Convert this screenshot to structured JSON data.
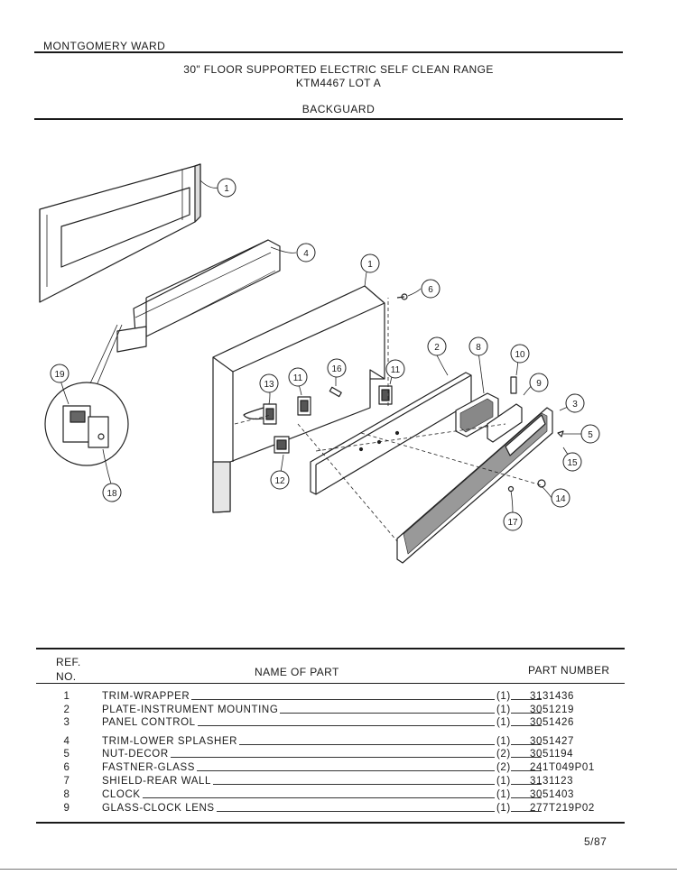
{
  "header": {
    "brand": "MONTGOMERY WARD",
    "title_line1": "30\" FLOOR SUPPORTED ELECTRIC SELF CLEAN RANGE",
    "title_line2": "KTM4467 LOT A",
    "section": "BACKGUARD"
  },
  "callouts": [
    "1",
    "4",
    "1",
    "6",
    "2",
    "8",
    "10",
    "9",
    "3",
    "5",
    "15",
    "14",
    "17",
    "16",
    "11",
    "11",
    "13",
    "12",
    "19",
    "18"
  ],
  "table": {
    "col_ref_line1": "REF.",
    "col_ref_line2": "NO.",
    "col_name": "NAME OF PART",
    "col_part": "PART NUMBER",
    "rows": [
      {
        "ref": "1",
        "name": "TRIM-WRAPPER",
        "qty": "(1)",
        "part": "3131436"
      },
      {
        "ref": "2",
        "name": "PLATE-INSTRUMENT MOUNTING",
        "qty": "(1)",
        "part": "3051219"
      },
      {
        "ref": "3",
        "name": "PANEL CONTROL",
        "qty": "(1)",
        "part": "3051426"
      },
      {
        "ref": "4",
        "name": "TRIM-LOWER SPLASHER",
        "qty": "(1)",
        "part": "3051427"
      },
      {
        "ref": "5",
        "name": "NUT-DECOR",
        "qty": "(2)",
        "part": "3051194"
      },
      {
        "ref": "6",
        "name": "FASTNER-GLASS",
        "qty": "(2)",
        "part": "241T049P01"
      },
      {
        "ref": "7",
        "name": "SHIELD-REAR WALL",
        "qty": "(1)",
        "part": "3131123"
      },
      {
        "ref": "8",
        "name": "CLOCK",
        "qty": "(1)",
        "part": "3051403"
      },
      {
        "ref": "9",
        "name": "GLASS-CLOCK LENS",
        "qty": "(1)",
        "part": "277T219P02"
      }
    ]
  },
  "footer": {
    "date": "5/87"
  }
}
